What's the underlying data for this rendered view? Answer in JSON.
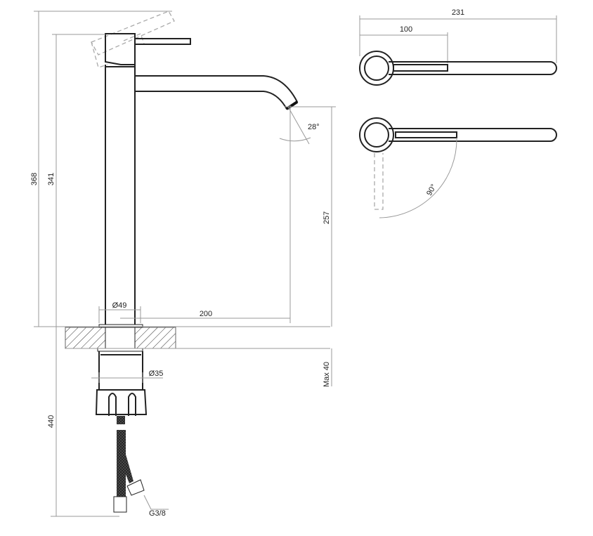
{
  "dimensions": {
    "total_height": "368",
    "lever_height": "341",
    "spout_height": "257",
    "spout_angle": "28°",
    "body_diameter": "Ø49",
    "spout_reach": "200",
    "shank_diameter": "Ø35",
    "max_counter_thickness": "Max 40",
    "hose_length": "440",
    "connection_thread": "G3/8",
    "top_view_length": "231",
    "top_view_lever_length": "100",
    "lever_rotation": "90°"
  }
}
